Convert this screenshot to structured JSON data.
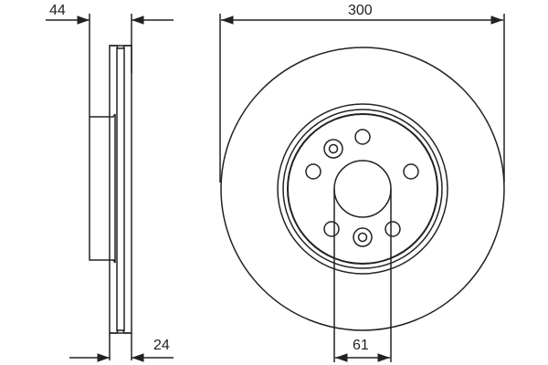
{
  "diagram": {
    "subject": "Brake disc technical drawing",
    "views": [
      "side-profile",
      "front-face"
    ],
    "line_color": "#222222",
    "background": "#ffffff"
  },
  "dimensions": {
    "overall_height": {
      "label": "44",
      "unit": "mm"
    },
    "disc_thickness": {
      "label": "24",
      "unit": "mm"
    },
    "outer_diameter": {
      "label": "300",
      "unit": "mm"
    },
    "center_bore": {
      "label": "61",
      "unit": "mm"
    }
  },
  "front_view": {
    "bolt_holes": 5,
    "threaded_holes": 2
  }
}
